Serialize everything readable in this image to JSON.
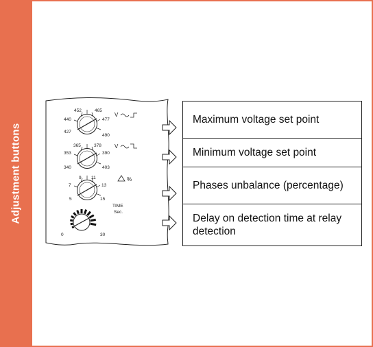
{
  "side_title": "Adjustment buttons",
  "dials": [
    {
      "name": "max-voltage-dial",
      "scale": [
        "452",
        "465",
        "440",
        "477",
        "427",
        "490"
      ],
      "symbol": "V ~⌐"
    },
    {
      "name": "min-voltage-dial",
      "scale": [
        "365",
        "378",
        "353",
        "390",
        "340",
        "403"
      ],
      "symbol": "V ~⌐"
    },
    {
      "name": "unbalance-dial",
      "scale": [
        "9",
        "11",
        "7",
        "13",
        "5",
        "15"
      ],
      "symbol": "%"
    },
    {
      "name": "time-dial",
      "scale": [
        "0",
        "30"
      ],
      "time_label": "TIME",
      "time_unit": "Sec."
    }
  ],
  "descriptions": [
    "Maximum voltage set point",
    "Minimum voltage set point",
    "Phases unbalance (percentage)",
    "Delay on detection time at relay detection"
  ],
  "colors": {
    "accent": "#e8704f",
    "line": "#222222"
  }
}
